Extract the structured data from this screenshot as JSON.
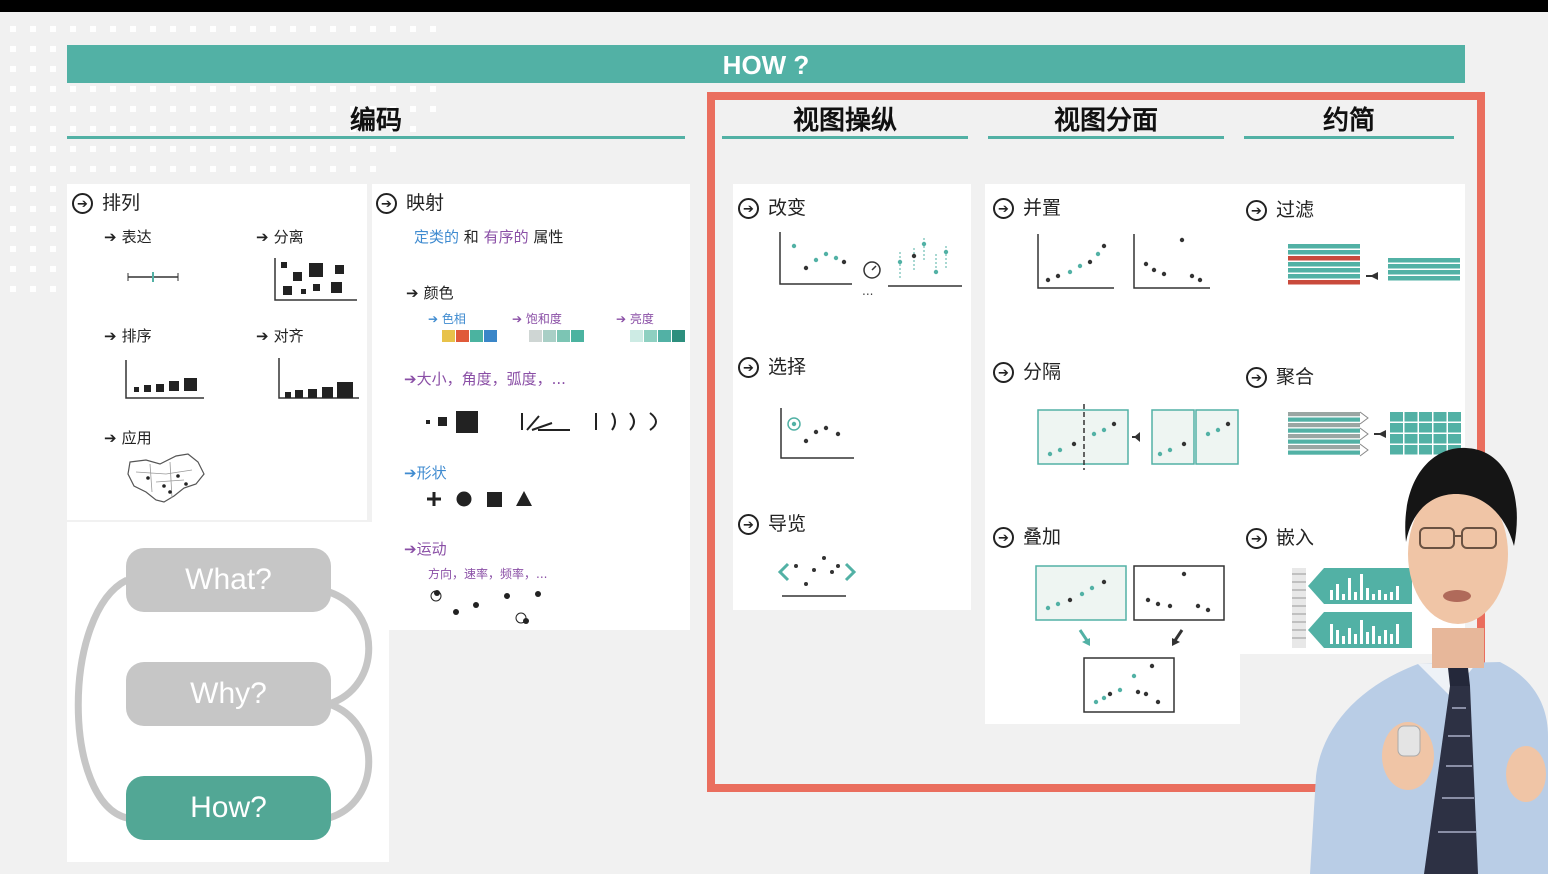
{
  "banner": "HOW ?",
  "sections": {
    "encode": "编码",
    "manipulate": "视图操纵",
    "facet": "视图分面",
    "reduce": "约简"
  },
  "encode": {
    "arrange": "排列",
    "express": "表达",
    "separate": "分离",
    "order": "排序",
    "align": "对齐",
    "use": "应用",
    "map": "映射",
    "categorical": "定类的",
    "and": "和",
    "ordered": "有序的",
    "attribute": "属性",
    "color": "颜色",
    "hue": "色相",
    "saturation": "饱和度",
    "luminance": "亮度",
    "size_angle": "大小，角度，弧度，...",
    "shape": "形状",
    "motion": "运动",
    "motion_sub": "方向，速率，频率，..."
  },
  "manipulate": {
    "change": "改变",
    "select": "选择",
    "navigate": "导览",
    "ellipsis": "..."
  },
  "facet": {
    "juxtapose": "并置",
    "partition": "分隔",
    "superimpose": "叠加"
  },
  "reduce": {
    "filter": "过滤",
    "aggregate": "聚合",
    "embed": "嵌入"
  },
  "cycle": {
    "what": "What?",
    "why": "Why?",
    "how": "How?"
  },
  "colors": {
    "teal": "#52b1a5",
    "frame": "#ea6e5e",
    "pill_gray": "#c6c6c6",
    "pill_active": "#52a795",
    "purple": "#8a4fa6",
    "blue": "#3f8bd0",
    "hue_swatches": [
      "#e8c24a",
      "#e05a3a",
      "#4bb3a0",
      "#3a86c8"
    ],
    "saturation_swatches": [
      "#cfd6d4",
      "#a9cfc6",
      "#7cc5b4",
      "#4bb3a0"
    ],
    "luminance_swatches": [
      "#cdebe4",
      "#8ed0c1",
      "#52b1a5",
      "#2d8f7e"
    ]
  },
  "icons": [
    "circle-arrow-icon",
    "arrow-right-icon",
    "presenter-figure"
  ]
}
